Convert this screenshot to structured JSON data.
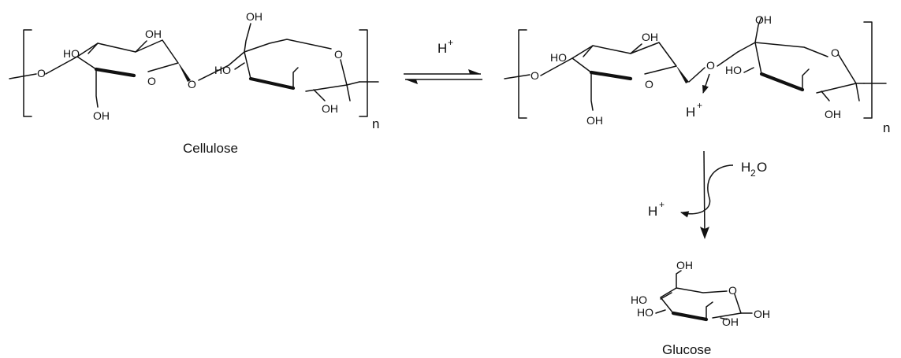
{
  "atoms": {
    "oh": "OH",
    "ho": "HO",
    "o": "O",
    "h": "H",
    "plus": "+",
    "h2o_h": "H",
    "h2o_sub": "2",
    "h2o_o": "O"
  },
  "repeat_subscript": "n",
  "labels": {
    "cellulose": "Cellulose",
    "glucose": "Glucose"
  },
  "colors": {
    "ink": "#111111",
    "background": "#ffffff"
  }
}
